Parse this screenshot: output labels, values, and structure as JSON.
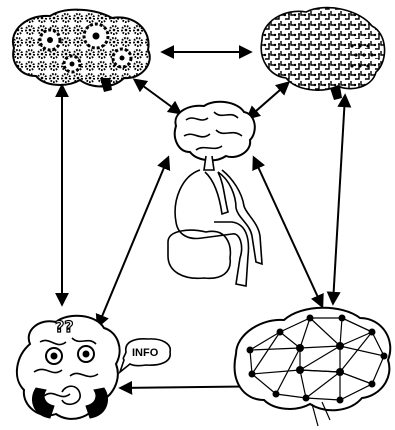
{
  "diagram": {
    "nodes": [
      {
        "id": "gear-brain",
        "icon": "gear-brain-icon"
      },
      {
        "id": "circuit-brain",
        "icon": "circuit-brain-icon"
      },
      {
        "id": "thinker",
        "icon": "thinker-figure-icon"
      },
      {
        "id": "confused-brain",
        "icon": "confused-brain-icon"
      },
      {
        "id": "network-brain",
        "icon": "network-brain-icon"
      }
    ],
    "speech_bubble": {
      "text": "INFO"
    },
    "question_marks": {
      "text": "??"
    },
    "connections": [
      {
        "from": "gear-brain",
        "to": "circuit-brain",
        "style": "double-arrow"
      },
      {
        "from": "gear-brain",
        "to": "thinker",
        "style": "double-arrow"
      },
      {
        "from": "circuit-brain",
        "to": "thinker",
        "style": "double-arrow"
      },
      {
        "from": "gear-brain",
        "to": "confused-brain",
        "style": "double-arrow"
      },
      {
        "from": "circuit-brain",
        "to": "network-brain",
        "style": "double-arrow"
      },
      {
        "from": "thinker",
        "to": "confused-brain",
        "style": "double-arrow"
      },
      {
        "from": "thinker",
        "to": "network-brain",
        "style": "double-arrow"
      },
      {
        "from": "confused-brain",
        "to": "network-brain",
        "style": "double-arrow"
      }
    ],
    "colors": {
      "ink": "#000000",
      "background": "#ffffff"
    }
  }
}
